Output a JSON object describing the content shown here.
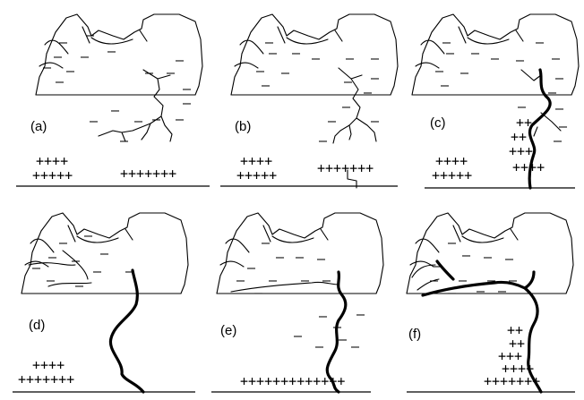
{
  "panels": [
    {
      "label": "(a)",
      "ground_charges": [
        "++++",
        "+++++",
        "+++++++"
      ]
    },
    {
      "label": "(b)",
      "ground_charges": [
        "++++",
        "+++++",
        "+++++++"
      ]
    },
    {
      "label": "(c)",
      "ground_charges": [
        "++++",
        "+++++",
        "++",
        "++",
        "+++",
        "++++"
      ]
    },
    {
      "label": "(d)",
      "ground_charges": [
        "++++",
        "+++++++"
      ]
    },
    {
      "label": "(e)",
      "ground_charges": [
        "+++++++++++++"
      ]
    },
    {
      "label": "(f)",
      "ground_charges": [
        "++",
        "++",
        "+++",
        "++++",
        "+++++++"
      ]
    }
  ],
  "cloud_charge_symbol": "–",
  "colors": {
    "ink": "#000000",
    "background": "#ffffff"
  }
}
